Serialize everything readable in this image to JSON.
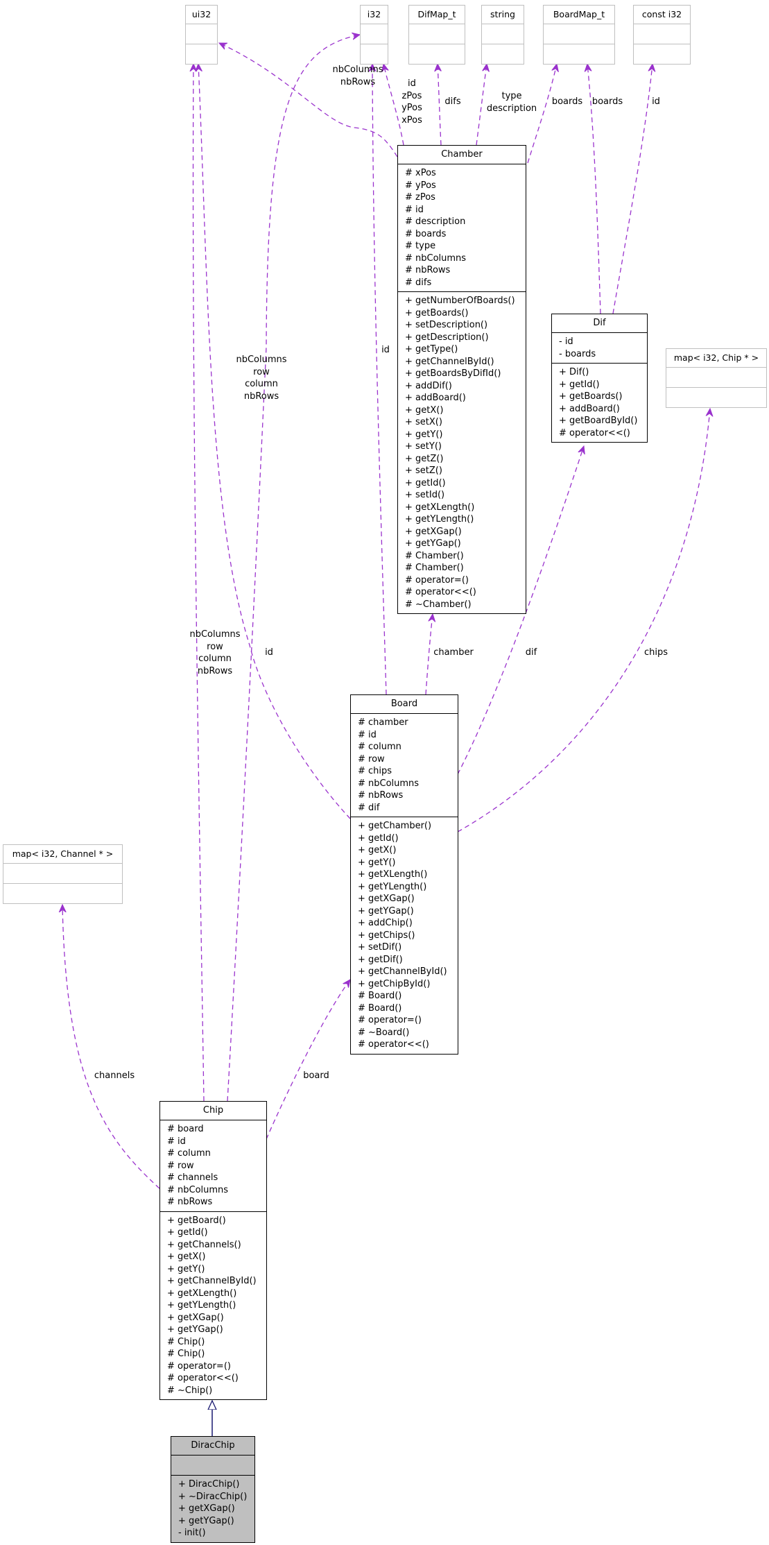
{
  "colors": {
    "usage_edge": "#9a32cd",
    "inherit_edge": "#191970",
    "current_fill": "#bfbfbf",
    "undocumented_border": "#bfbfbf"
  },
  "classes": [
    {
      "id": "ui32",
      "name": "ui32",
      "kind": "undoc",
      "attributes": [],
      "methods": []
    },
    {
      "id": "i32",
      "name": "i32",
      "kind": "undoc",
      "attributes": [],
      "methods": []
    },
    {
      "id": "difmap",
      "name": "DifMap_t",
      "kind": "undoc",
      "attributes": [],
      "methods": []
    },
    {
      "id": "string",
      "name": "string",
      "kind": "undoc",
      "attributes": [],
      "methods": []
    },
    {
      "id": "boardmap",
      "name": "BoardMap_t",
      "kind": "undoc",
      "attributes": [],
      "methods": []
    },
    {
      "id": "consti32",
      "name": "const i32",
      "kind": "undoc",
      "attributes": [],
      "methods": []
    },
    {
      "id": "chamber",
      "name": "Chamber",
      "kind": "doc",
      "attributes": [
        "# xPos",
        "# yPos",
        "# zPos",
        "# id",
        "# description",
        "# boards",
        "# type",
        "# nbColumns",
        "# nbRows",
        "# difs"
      ],
      "methods": [
        "+ getNumberOfBoards()",
        "+ getBoards()",
        "+ setDescription()",
        "+ getDescription()",
        "+ getType()",
        "+ getChannelById()",
        "+ getBoardsByDifId()",
        "+ addDif()",
        "+ addBoard()",
        "+ getX()",
        "+ setX()",
        "+ getY()",
        "+ setY()",
        "+ getZ()",
        "+ setZ()",
        "+ getId()",
        "+ setId()",
        "+ getXLength()",
        "+ getYLength()",
        "+ getXGap()",
        "+ getYGap()",
        "# Chamber()",
        "# Chamber()",
        "# operator=()",
        "# operator<<()",
        "# ~Chamber()"
      ]
    },
    {
      "id": "dif",
      "name": "Dif",
      "kind": "doc",
      "attributes": [
        "- id",
        "- boards"
      ],
      "methods": [
        "+ Dif()",
        "+ getId()",
        "+ getBoards()",
        "+ addBoard()",
        "+ getBoardById()",
        "# operator<<()"
      ]
    },
    {
      "id": "mapchip",
      "name": "map< i32, Chip * >",
      "kind": "undoc",
      "attributes": [],
      "methods": []
    },
    {
      "id": "board",
      "name": "Board",
      "kind": "doc",
      "attributes": [
        "# chamber",
        "# id",
        "# column",
        "# row",
        "# chips",
        "# nbColumns",
        "# nbRows",
        "# dif"
      ],
      "methods": [
        "+ getChamber()",
        "+ getId()",
        "+ getX()",
        "+ getY()",
        "+ getXLength()",
        "+ getYLength()",
        "+ getXGap()",
        "+ getYGap()",
        "+ addChip()",
        "+ getChips()",
        "+ setDif()",
        "+ getDif()",
        "+ getChannelById()",
        "+ getChipById()",
        "# Board()",
        "# Board()",
        "# operator=()",
        "# ~Board()",
        "# operator<<()"
      ]
    },
    {
      "id": "mapchannel",
      "name": "map< i32, Channel * >",
      "kind": "undoc",
      "attributes": [],
      "methods": []
    },
    {
      "id": "chip",
      "name": "Chip",
      "kind": "doc",
      "attributes": [
        "# board",
        "# id",
        "# column",
        "# row",
        "# channels",
        "# nbColumns",
        "# nbRows"
      ],
      "methods": [
        "+ getBoard()",
        "+ getId()",
        "+ getChannels()",
        "+ getX()",
        "+ getY()",
        "+ getChannelById()",
        "+ getXLength()",
        "+ getYLength()",
        "+ getXGap()",
        "+ getYGap()",
        "# Chip()",
        "# Chip()",
        "# operator=()",
        "# operator<<()",
        "# ~Chip()"
      ]
    },
    {
      "id": "diracchip",
      "name": "DiracChip",
      "kind": "current",
      "attributes": [],
      "methods": [
        "+ DiracChip()",
        "+ ~DiracChip()",
        "+ getXGap()",
        "+ getYGap()",
        "- init()"
      ]
    }
  ],
  "edges": [
    {
      "id": "e1",
      "from": "Chamber",
      "to": "ui32",
      "labels": [
        "nbColumns",
        "nbRows"
      ]
    },
    {
      "id": "e2",
      "from": "Chamber",
      "to": "i32",
      "labels": [
        "id",
        "zPos",
        "yPos",
        "xPos"
      ]
    },
    {
      "id": "e3",
      "from": "Chamber",
      "to": "DifMap_t",
      "labels": [
        "difs"
      ]
    },
    {
      "id": "e4",
      "from": "Chamber",
      "to": "string",
      "labels": [
        "type",
        "description"
      ]
    },
    {
      "id": "e5",
      "from": "Chamber",
      "to": "BoardMap_t",
      "labels": [
        "boards"
      ]
    },
    {
      "id": "e6",
      "from": "Dif",
      "to": "BoardMap_t",
      "labels": [
        "boards"
      ]
    },
    {
      "id": "e7",
      "from": "Dif",
      "to": "const i32",
      "labels": [
        "id"
      ]
    },
    {
      "id": "e8",
      "from": "Board",
      "to": "i32",
      "labels": [
        "id"
      ]
    },
    {
      "id": "e9",
      "from": "Board",
      "to": "Chamber",
      "labels": [
        "chamber"
      ]
    },
    {
      "id": "e10",
      "from": "Board",
      "to": "Dif",
      "labels": [
        "dif"
      ]
    },
    {
      "id": "e11",
      "from": "Board",
      "to": "map< i32, Chip * >",
      "labels": [
        "chips"
      ]
    },
    {
      "id": "e12",
      "from": "Board",
      "to": "ui32",
      "labels": [
        "nbColumns",
        "row",
        "column",
        "nbRows"
      ]
    },
    {
      "id": "e13",
      "from": "Chip",
      "to": "ui32",
      "labels": [
        "nbColumns",
        "row",
        "column",
        "nbRows"
      ]
    },
    {
      "id": "e14",
      "from": "Chip",
      "to": "i32",
      "labels": [
        "id"
      ]
    },
    {
      "id": "e15",
      "from": "Chip",
      "to": "map< i32, Channel * >",
      "labels": [
        "channels"
      ]
    },
    {
      "id": "e16",
      "from": "Chip",
      "to": "Board",
      "labels": [
        "board"
      ]
    },
    {
      "id": "e17",
      "from": "DiracChip",
      "to": "Chip",
      "labels": [],
      "type": "inheritance"
    }
  ]
}
